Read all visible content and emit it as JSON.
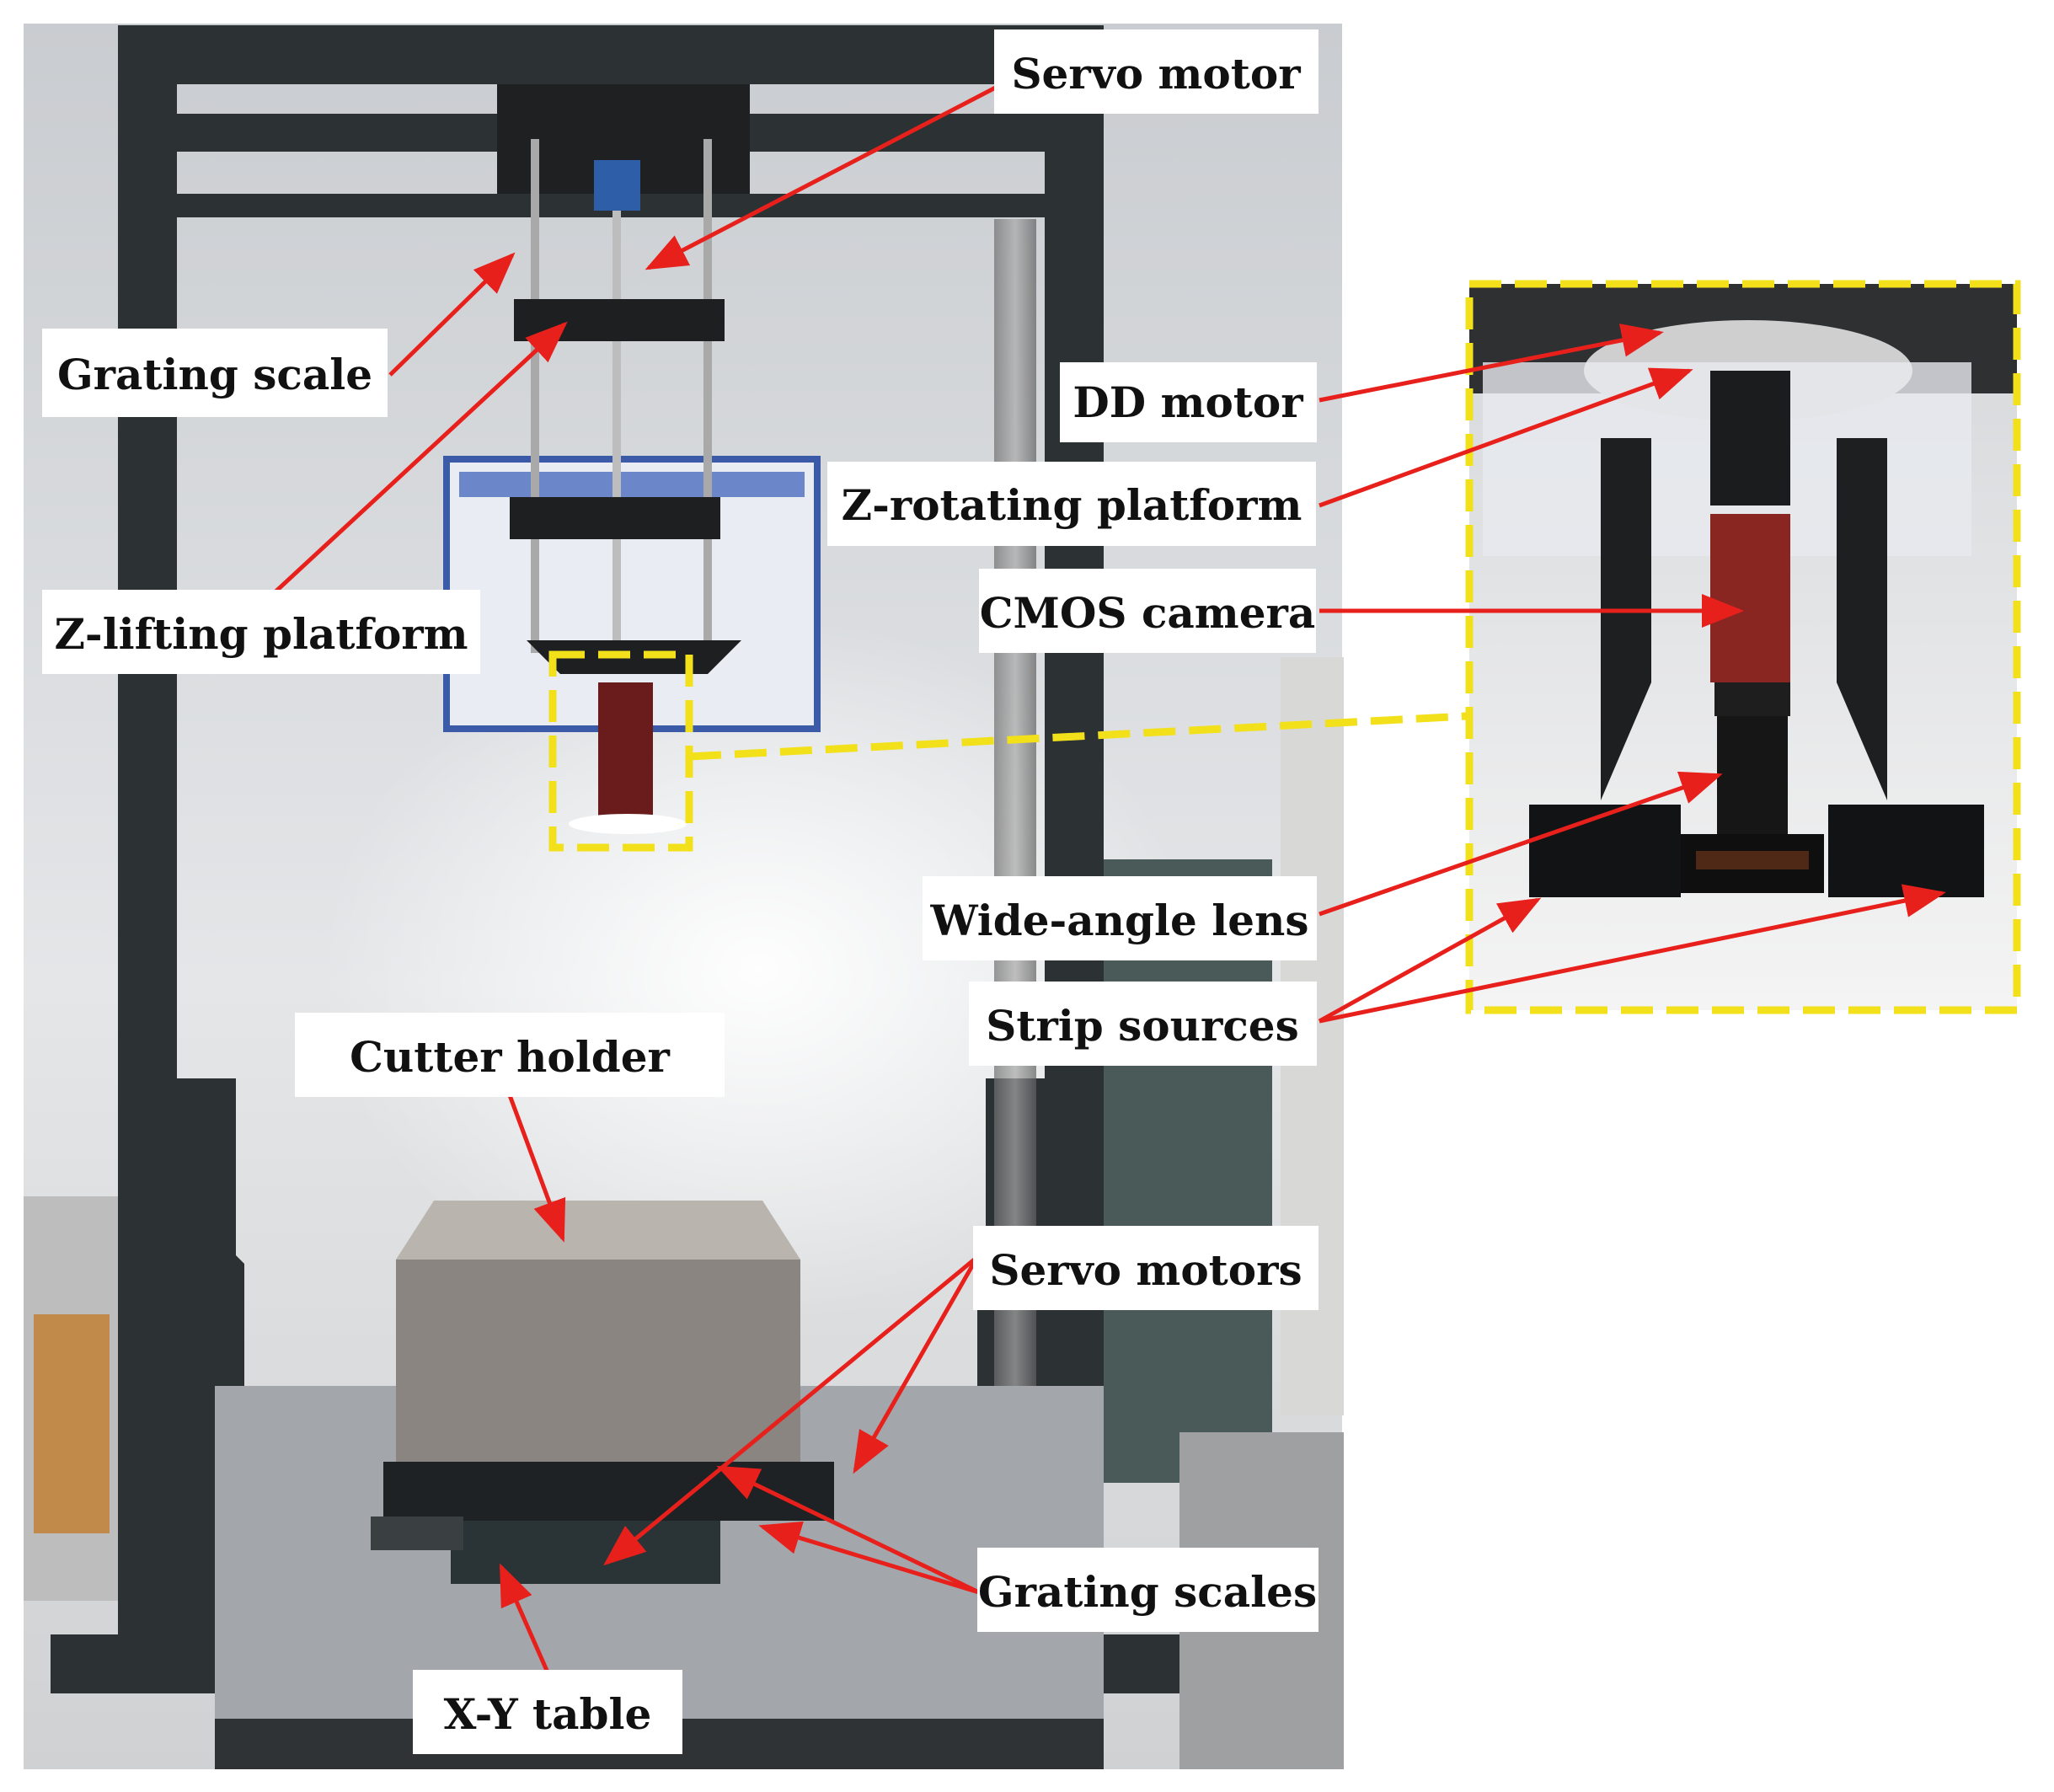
{
  "labels": {
    "servo_motor": "Servo motor",
    "grating_scale": "Grating scale",
    "z_lifting_platform": "Z-lifting platform",
    "dd_motor": "DD motor",
    "z_rotating_platform": "Z-rotating platform",
    "cmos_camera": "CMOS camera",
    "wide_angle_lens": "Wide-angle lens",
    "strip_sources": "Strip sources",
    "cutter_holder": "Cutter holder",
    "servo_motors": "Servo motors",
    "grating_scales": "Grating scales",
    "x_y_table": "X-Y table"
  },
  "colors": {
    "arrow": "#e8201c",
    "highlight": "#f2e01a",
    "label_bg": "#ffffff"
  }
}
